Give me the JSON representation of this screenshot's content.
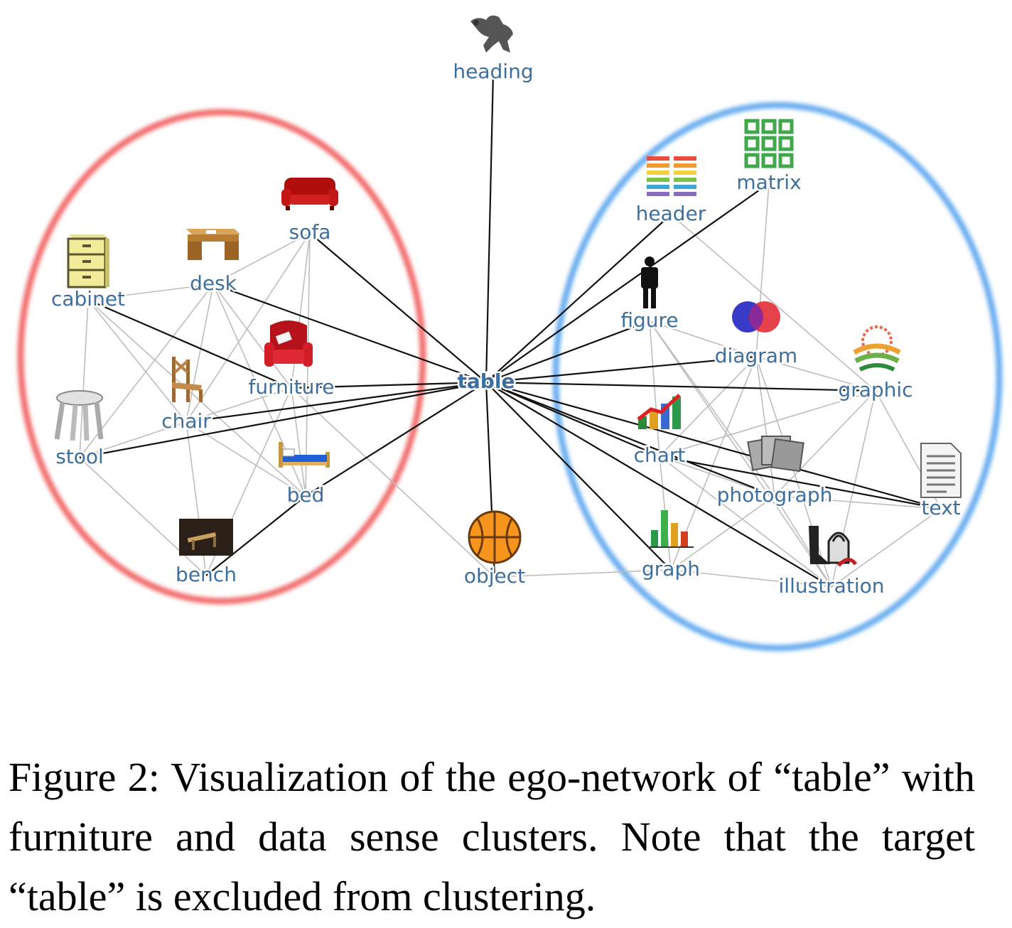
{
  "graph": {
    "center": "table",
    "nodes": [
      {
        "id": "heading",
        "label": "heading",
        "icon": "eagle-icon"
      },
      {
        "id": "sofa",
        "label": "sofa",
        "icon": "sofa-icon",
        "cluster": "furniture"
      },
      {
        "id": "desk",
        "label": "desk",
        "icon": "desk-icon",
        "cluster": "furniture"
      },
      {
        "id": "cabinet",
        "label": "cabinet",
        "icon": "cabinet-icon",
        "cluster": "furniture"
      },
      {
        "id": "furniture",
        "label": "furniture",
        "icon": "armchair-icon",
        "cluster": "furniture"
      },
      {
        "id": "chair",
        "label": "chair",
        "icon": "chair-icon",
        "cluster": "furniture"
      },
      {
        "id": "stool",
        "label": "stool",
        "icon": "stool-icon",
        "cluster": "furniture"
      },
      {
        "id": "bed",
        "label": "bed",
        "icon": "bed-icon",
        "cluster": "furniture"
      },
      {
        "id": "bench",
        "label": "bench",
        "icon": "bench-photo-icon",
        "cluster": "furniture"
      },
      {
        "id": "table",
        "label": "table"
      },
      {
        "id": "object",
        "label": "object",
        "icon": "basketball-icon"
      },
      {
        "id": "header",
        "label": "header",
        "icon": "header-stripes-icon",
        "cluster": "data"
      },
      {
        "id": "matrix",
        "label": "matrix",
        "icon": "matrix-grid-icon",
        "cluster": "data"
      },
      {
        "id": "figure",
        "label": "figure",
        "icon": "person-figure-icon",
        "cluster": "data"
      },
      {
        "id": "diagram",
        "label": "diagram",
        "icon": "venn-diagram-icon",
        "cluster": "data"
      },
      {
        "id": "graphic",
        "label": "graphic",
        "icon": "graphic-sun-icon",
        "cluster": "data"
      },
      {
        "id": "chart",
        "label": "chart",
        "icon": "chart-3d-icon",
        "cluster": "data"
      },
      {
        "id": "photograph",
        "label": "photograph",
        "icon": "photo-stack-icon",
        "cluster": "data"
      },
      {
        "id": "text",
        "label": "text",
        "icon": "document-icon",
        "cluster": "data"
      },
      {
        "id": "graph",
        "label": "graph",
        "icon": "bar-graph-icon",
        "cluster": "data"
      },
      {
        "id": "illustration",
        "label": "illustration",
        "icon": "fashion-illustration-icon",
        "cluster": "data"
      }
    ],
    "strong_edges": [
      [
        "table",
        "heading"
      ],
      [
        "table",
        "sofa"
      ],
      [
        "table",
        "desk"
      ],
      [
        "table",
        "furniture"
      ],
      [
        "table",
        "chair"
      ],
      [
        "table",
        "stool"
      ],
      [
        "table",
        "bed"
      ],
      [
        "table",
        "object"
      ],
      [
        "table",
        "header"
      ],
      [
        "table",
        "matrix"
      ],
      [
        "table",
        "figure"
      ],
      [
        "table",
        "diagram"
      ],
      [
        "table",
        "graphic"
      ],
      [
        "table",
        "chart"
      ],
      [
        "table",
        "photograph"
      ],
      [
        "table",
        "text"
      ],
      [
        "table",
        "graph"
      ],
      [
        "table",
        "illustration"
      ],
      [
        "cabinet",
        "furniture"
      ],
      [
        "bed",
        "bench"
      ],
      [
        "chart",
        "text"
      ]
    ],
    "weak_edges": [
      [
        "sofa",
        "desk"
      ],
      [
        "sofa",
        "chair"
      ],
      [
        "sofa",
        "furniture"
      ],
      [
        "sofa",
        "bed"
      ],
      [
        "desk",
        "cabinet"
      ],
      [
        "desk",
        "chair"
      ],
      [
        "desk",
        "furniture"
      ],
      [
        "desk",
        "stool"
      ],
      [
        "desk",
        "bed"
      ],
      [
        "cabinet",
        "chair"
      ],
      [
        "cabinet",
        "stool"
      ],
      [
        "cabinet",
        "bed"
      ],
      [
        "chair",
        "stool"
      ],
      [
        "chair",
        "bed"
      ],
      [
        "chair",
        "bench"
      ],
      [
        "stool",
        "bench"
      ],
      [
        "furniture",
        "bench"
      ],
      [
        "furniture",
        "bed"
      ],
      [
        "furniture",
        "object"
      ],
      [
        "chair",
        "furniture"
      ],
      [
        "header",
        "graphic"
      ],
      [
        "matrix",
        "diagram"
      ],
      [
        "figure",
        "diagram"
      ],
      [
        "figure",
        "chart"
      ],
      [
        "figure",
        "photograph"
      ],
      [
        "figure",
        "illustration"
      ],
      [
        "diagram",
        "graphic"
      ],
      [
        "diagram",
        "chart"
      ],
      [
        "diagram",
        "photograph"
      ],
      [
        "diagram",
        "graph"
      ],
      [
        "diagram",
        "illustration"
      ],
      [
        "graphic",
        "chart"
      ],
      [
        "graphic",
        "photograph"
      ],
      [
        "graphic",
        "text"
      ],
      [
        "graphic",
        "illustration"
      ],
      [
        "chart",
        "photograph"
      ],
      [
        "chart",
        "graph"
      ],
      [
        "chart",
        "illustration"
      ],
      [
        "photograph",
        "text"
      ],
      [
        "photograph",
        "graph"
      ],
      [
        "photograph",
        "illustration"
      ],
      [
        "graph",
        "illustration"
      ],
      [
        "graph",
        "object"
      ],
      [
        "illustration",
        "text"
      ]
    ],
    "cluster_colors": {
      "furniture": "#f26d6d",
      "data": "#6aaef0"
    },
    "label_color": "#3d6f9e"
  },
  "caption": "Figure 2: Visualization of the ego-network of “table” with furniture and data sense clusters. Note that the target “table” is excluded from clustering."
}
